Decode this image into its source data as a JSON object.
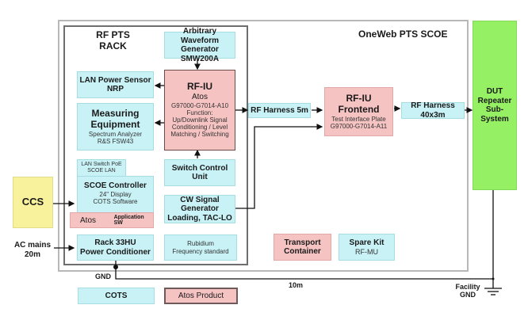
{
  "containers": {
    "scoe_title": "OneWeb PTS SCOE",
    "rack_title_1": "RF PTS",
    "rack_title_2": "RACK"
  },
  "blocks": {
    "awg": {
      "lines": [
        "Arbitrary Waveform",
        "Generator",
        "SMW200A"
      ]
    },
    "lan_power_sensor": {
      "lines": [
        "LAN Power Sensor",
        "NRP"
      ]
    },
    "measuring": {
      "title_1": "Measuring",
      "title_2": "Equipment",
      "sub_1": "Spectrum Analyzer",
      "sub_2": "R&S  FSW43"
    },
    "rfiu": {
      "title": "RF-IU",
      "vendor": "Atos",
      "part": "G97000-G7014-A10",
      "lines": [
        "Function:",
        "Up/Downlink Signal",
        "Conditioning / Level",
        "Matching / Switching"
      ]
    },
    "lan_switch": {
      "lines": [
        "LAN Switch PoE",
        "SCOE LAN"
      ]
    },
    "scoe_controller": {
      "title": "SCOE Controller",
      "sub_1": "24\" Display",
      "sub_2": "COTS Software"
    },
    "app_sw": {
      "vendor": "Atos",
      "label": "Application SW"
    },
    "switch_control": {
      "lines": [
        "Switch Control",
        "Unit"
      ]
    },
    "cw_signal": {
      "lines": [
        "CW Signal",
        "Generator",
        "Loading, TAC-LO"
      ]
    },
    "power_conditioner": {
      "lines": [
        "Rack 33HU",
        "Power Conditioner"
      ]
    },
    "rubidium": {
      "lines": [
        "Rubidium",
        "Frequency standard"
      ]
    },
    "harness_5m": {
      "label": "RF Harness 5m"
    },
    "rfiu_frontend": {
      "title_1": "RF-IU",
      "title_2": "Frontend",
      "sub_1": "Test Interface Plate",
      "sub_2": "G97000-G7014-A11"
    },
    "harness_40": {
      "lines": [
        "RF Harness",
        "40x3m"
      ]
    },
    "dut": {
      "lines": [
        "DUT",
        "Repeater",
        "Sub-",
        "System"
      ]
    },
    "ccs": {
      "label": "CCS"
    },
    "transport": {
      "lines": [
        "Transport",
        "Container"
      ]
    },
    "spare_kit": {
      "title": "Spare Kit",
      "sub": "RF-MU"
    }
  },
  "labels": {
    "ac_mains_1": "AC mains",
    "ac_mains_2": "20m",
    "gnd": "GND",
    "ten_m": "10m",
    "facility_1": "Facility",
    "facility_2": "GND"
  },
  "legend": {
    "cots": "COTS",
    "atos_product": "Atos Product"
  },
  "colors": {
    "cots_fill": "#c8f2f6",
    "atos_fill": "#f6c3c3",
    "dut_fill": "#96f064",
    "ccs_fill": "#f8f29c"
  }
}
